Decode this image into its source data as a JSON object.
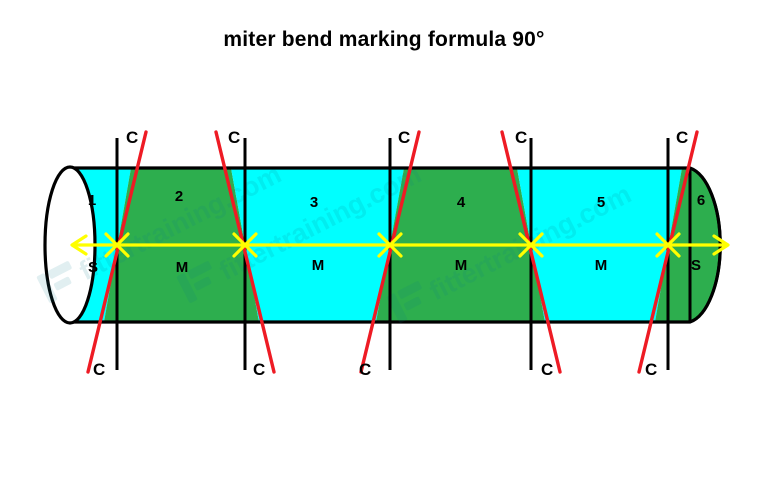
{
  "page": {
    "title": "miter bend marking formula 90°",
    "background": "#ffffff"
  },
  "colors": {
    "cyan": "#00ffff",
    "green": "#2dae4e",
    "red": "#ee1b24",
    "yellow": "#ffff00",
    "outline": "#000000",
    "watermark": "#0a7a8c"
  },
  "diagram": {
    "type": "miter-bend-pipe-marking",
    "segments": [
      {
        "number": "1",
        "fill": "cyan"
      },
      {
        "number": "2",
        "fill": "green"
      },
      {
        "number": "3",
        "fill": "cyan"
      },
      {
        "number": "4",
        "fill": "green"
      },
      {
        "number": "5",
        "fill": "cyan"
      },
      {
        "number": "6",
        "fill": "green"
      }
    ],
    "segment_numbers": [
      "1",
      "2",
      "3",
      "4",
      "5",
      "6"
    ],
    "dimension_labels": [
      "S",
      "M",
      "M",
      "M",
      "M",
      "S"
    ],
    "short_label": "S",
    "medium_label": "M",
    "cut_line_label": "C",
    "cut_labels_top": [
      "C",
      "C",
      "C",
      "C",
      "C"
    ],
    "cut_labels_bottom": [
      "C",
      "C",
      "C",
      "C",
      "C"
    ],
    "cut_line_count": 5,
    "centerline_label": ""
  },
  "watermark": {
    "text": "fittertraining.com",
    "occurrences": 3
  }
}
